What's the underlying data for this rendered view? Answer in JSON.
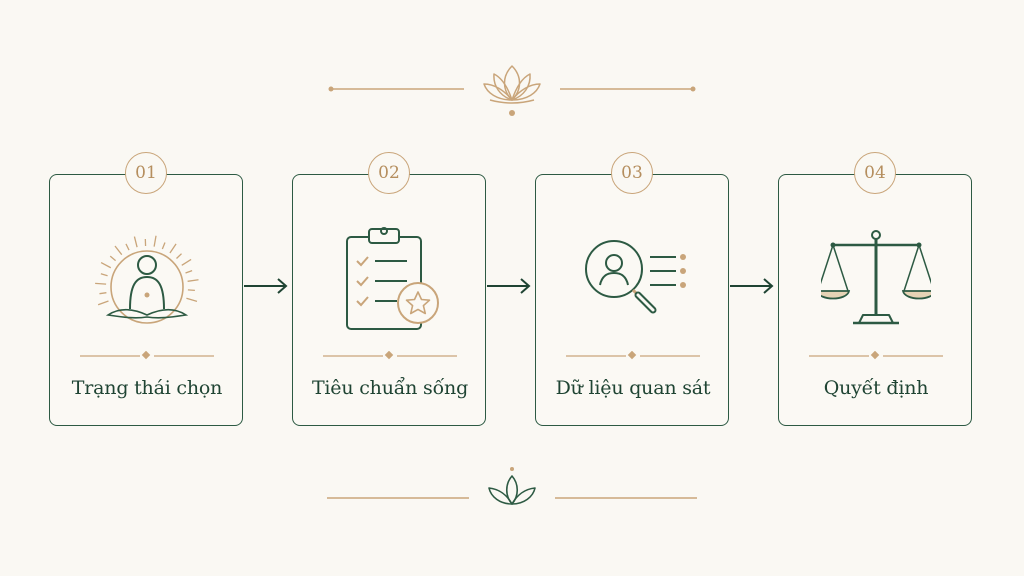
{
  "colors": {
    "background": "#faf8f3",
    "primary_green": "#2d5a43",
    "gold_accent": "#c9a57a",
    "label_text": "#1f4433"
  },
  "steps": [
    {
      "number": "01",
      "label": "Trạng thái chọn",
      "icon": "meditation-sun-icon"
    },
    {
      "number": "02",
      "label": "Tiêu chuẩn sống",
      "icon": "clipboard-checklist-star-icon"
    },
    {
      "number": "03",
      "label": "Dữ liệu quan sát",
      "icon": "magnifier-user-list-icon"
    },
    {
      "number": "04",
      "label": "Quyết định",
      "icon": "balance-scale-icon"
    }
  ]
}
